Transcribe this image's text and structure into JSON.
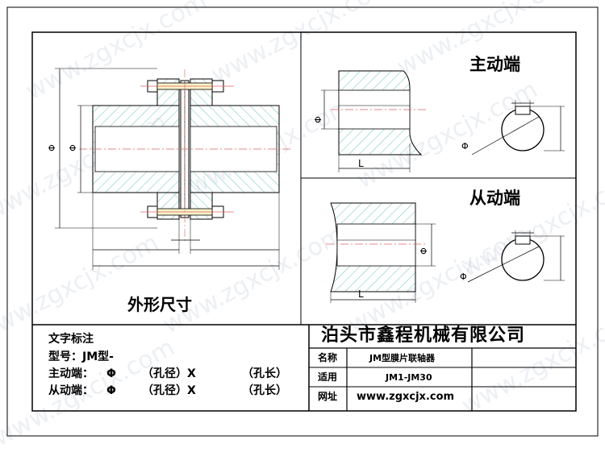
{
  "titles": {
    "outline": "外形尺寸",
    "drive_end": "主动端",
    "driven_end": "从动端"
  },
  "dims": {
    "phi": "Φ",
    "L": "L"
  },
  "notes": {
    "header": "文字标注",
    "model_label": "型号：JM型-",
    "drive_label": "主动端：",
    "driven_label": "从动端：",
    "phi_symbol": "Φ",
    "bore_label": "（孔径）X",
    "length_label": "（孔长）"
  },
  "titleblock": {
    "company": "泊头市鑫程机械有限公司",
    "rows": [
      {
        "label": "名称",
        "value": "JM型膜片联轴器"
      },
      {
        "label": "适用",
        "value": "JM1-JM30"
      },
      {
        "label": "网址",
        "value": "www.zgxcjx.com"
      }
    ]
  },
  "watermark": {
    "text": "www.zgxcjx.com"
  },
  "colors": {
    "hatch": "#46b4a8",
    "shaft": "#e06060",
    "line": "#000000"
  }
}
